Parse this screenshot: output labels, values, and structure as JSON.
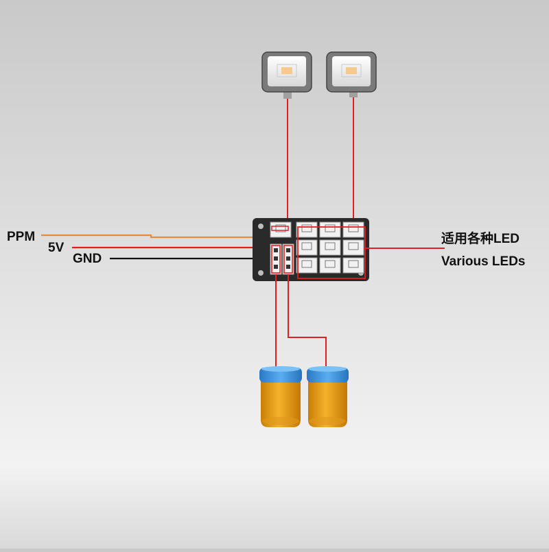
{
  "labels": {
    "ppm": "PPM",
    "v5": "5V",
    "gnd": "GND",
    "leds_cn": "适用各种LED",
    "leds_en": "Various LEDs"
  },
  "colors": {
    "ppm_wire": "#e88a3a",
    "power_wire": "#e02020",
    "ground_wire": "#111111",
    "board": "#2a2a2a",
    "light_bar_base": "#f2a51a",
    "light_bar_cap": "#3a8fd8"
  },
  "icons": {
    "lamp": "square-work-light-icon",
    "beacon": "beacon-light-icon",
    "board": "led-controller-board-icon"
  }
}
